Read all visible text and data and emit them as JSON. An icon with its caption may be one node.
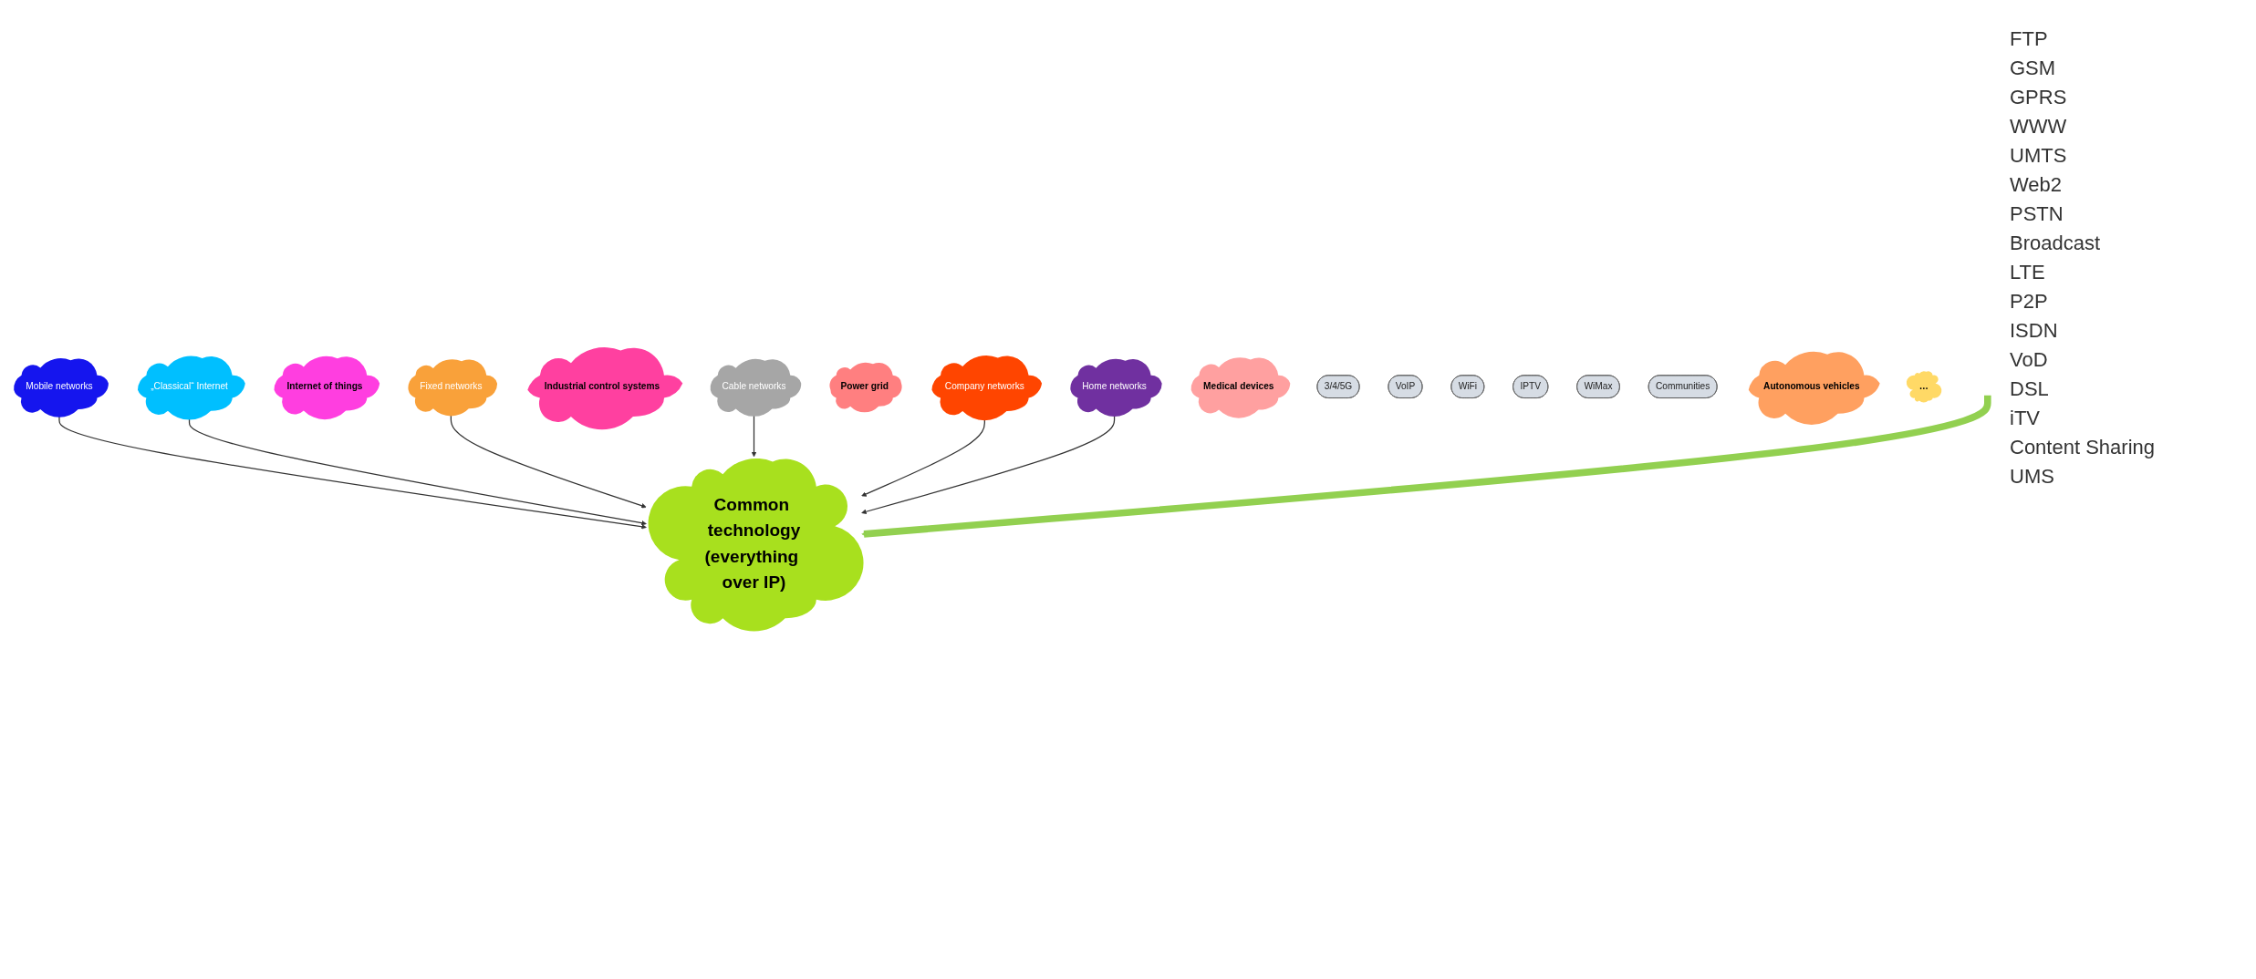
{
  "diagram": {
    "nodes": [
      {
        "text": [
          "Mobile networks"
        ]
      },
      {
        "text": [
          "„Classical“ Internet"
        ]
      },
      {
        "text": [
          "Internet of things"
        ]
      },
      {
        "text": [
          "Fixed networks"
        ]
      },
      {
        "text": [
          "Industrial control systems"
        ]
      },
      {
        "text": [
          "Cable networks"
        ]
      },
      {
        "text": [
          "Power grid"
        ]
      },
      {
        "text": [
          "Company networks"
        ]
      },
      {
        "text": [
          "Home networks"
        ]
      },
      {
        "text": [
          "Medical devices"
        ]
      },
      {
        "text": [
          "3/4/5G"
        ]
      },
      {
        "text": [
          "VoIP"
        ]
      },
      {
        "text": [
          "WiFi"
        ]
      },
      {
        "text": [
          "IPTV"
        ]
      },
      {
        "text": [
          "WiMax"
        ]
      },
      {
        "text": [
          "Communities"
        ]
      },
      {
        "text": [
          "Autonomous vehicles"
        ]
      },
      {
        "text": [
          "Common technology",
          "(everything over IP)"
        ]
      },
      {
        "text": [
          "…"
        ]
      }
    ],
    "edges": [
      {
        "from": 0,
        "to": 17,
        "arrow": "to"
      },
      {
        "from": 1,
        "to": 17,
        "arrow": "to"
      },
      {
        "from": 3,
        "to": 17,
        "arrow": "to"
      },
      {
        "from": 5,
        "to": 17,
        "arrow": "to"
      },
      {
        "from": 7,
        "to": 17,
        "arrow": "to"
      },
      {
        "from": 8,
        "to": 17,
        "arrow": "to"
      },
      {
        "from": null,
        "to": 17,
        "arrow": "to",
        "style": "thick",
        "color": "#92d050"
      }
    ],
    "labels": [
      "FTP",
      "GSM",
      "GPRS",
      "WWW",
      "UMTS",
      "Web2",
      "PSTN",
      "Broadcast",
      "LTE",
      "P2P",
      "ISDN",
      "VoD",
      "DSL",
      "iTV",
      "Content Sharing",
      "UMS"
    ]
  }
}
